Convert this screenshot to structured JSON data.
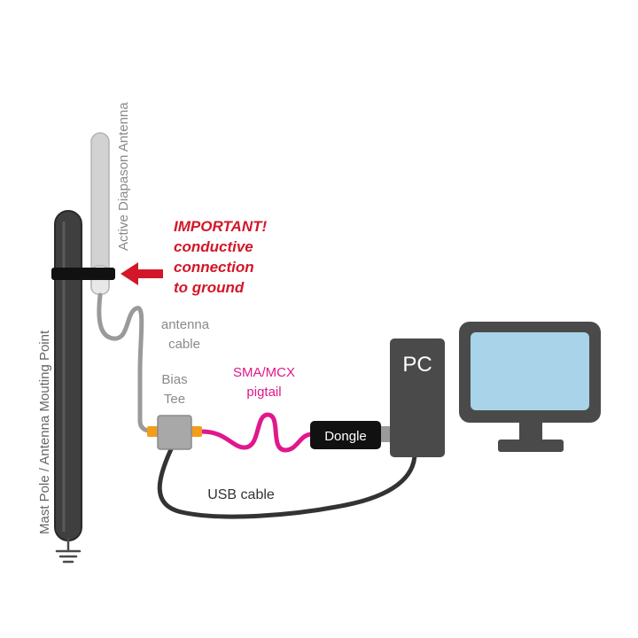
{
  "labels": {
    "antenna": "Active Diapason Antenna",
    "mast": "Mast Pole / Antenna Mouting Point",
    "important": [
      "IMPORTANT!",
      "conductive",
      "connection",
      "to ground"
    ],
    "antenna_cable": [
      "antenna",
      "cable"
    ],
    "bias_tee": [
      "Bias",
      "Tee"
    ],
    "pigtail": [
      "SMA/MCX",
      "pigtail"
    ],
    "dongle": "Dongle",
    "pc": "PC",
    "usb_cable": "USB cable"
  },
  "colors": {
    "dark": "#4a4a4a",
    "antenna_gray": "#c8c8c8",
    "cable_gray": "#9a9a9a",
    "red": "#d3172a",
    "magenta": "#e0188c",
    "orange": "#f39c1e",
    "screen": "#a9d3e8",
    "black": "#111111"
  }
}
